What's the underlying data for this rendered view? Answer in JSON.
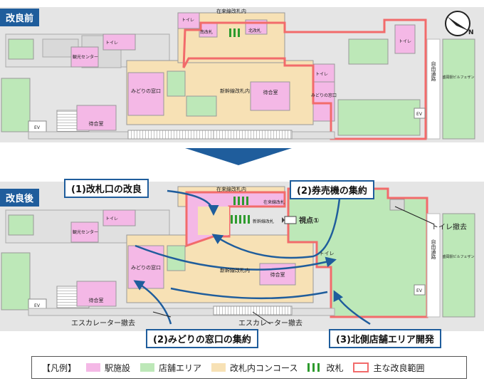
{
  "before": {
    "tag": "改良前",
    "labels": {
      "conventional_gate_area": "在来線改札内",
      "south_gate": "南改札",
      "north_gate": "北改札",
      "toilet": "トイレ",
      "tourist_center": "観光センター",
      "midori_window": "みどりの窓口",
      "shinkansen_gate_area": "新幹線改札内",
      "waiting_room": "待合室",
      "free_passage": "自由通路",
      "building": "盛岡駅ビルフェザン",
      "ev": "EV"
    }
  },
  "after": {
    "tag": "改良後",
    "labels": {
      "conventional_gate_area": "在来線改札内",
      "conventional_gate": "在来線改札",
      "shinkansen_gate": "新幹線改札",
      "shinkansen_gate_area": "新幹線改札内",
      "viewpoint": "視点①",
      "toilet": "トイレ",
      "tourist_center": "観光センター",
      "midori_window": "みどりの窓口",
      "waiting_room": "待合室",
      "free_passage": "自由通路",
      "building": "盛岡駅ビルフェザン",
      "ev": "EV",
      "escalator_removed": "エスカレーター撤去",
      "toilet_removed": "トイレ撤去"
    },
    "callouts": {
      "gate_improvement": "(1)改札口の改良",
      "ticket_machines": "(2)券売機の集約",
      "midori_consolidation": "(2)みどりの窓口の集約",
      "north_shops": "(3)北側店舗エリア開発"
    }
  },
  "compass": {
    "label": "N"
  },
  "legend": {
    "title": "【凡例】",
    "items": [
      {
        "label": "駅施設",
        "color": "#f4b8e6"
      },
      {
        "label": "店舗エリア",
        "color": "#bde8b8"
      },
      {
        "label": "改札内コンコース",
        "color": "#f7e1b5"
      },
      {
        "label": "改札",
        "color": "#2e9b2e"
      },
      {
        "label": "主な改良範囲",
        "color": "#f26b6b"
      }
    ]
  },
  "colors": {
    "station_facility": "#f4b8e6",
    "shop_area": "#bde8b8",
    "concourse": "#f7e1b5",
    "gate": "#2e9b2e",
    "improvement": "#f26b6b",
    "accent_blue": "#1f5d9c"
  }
}
